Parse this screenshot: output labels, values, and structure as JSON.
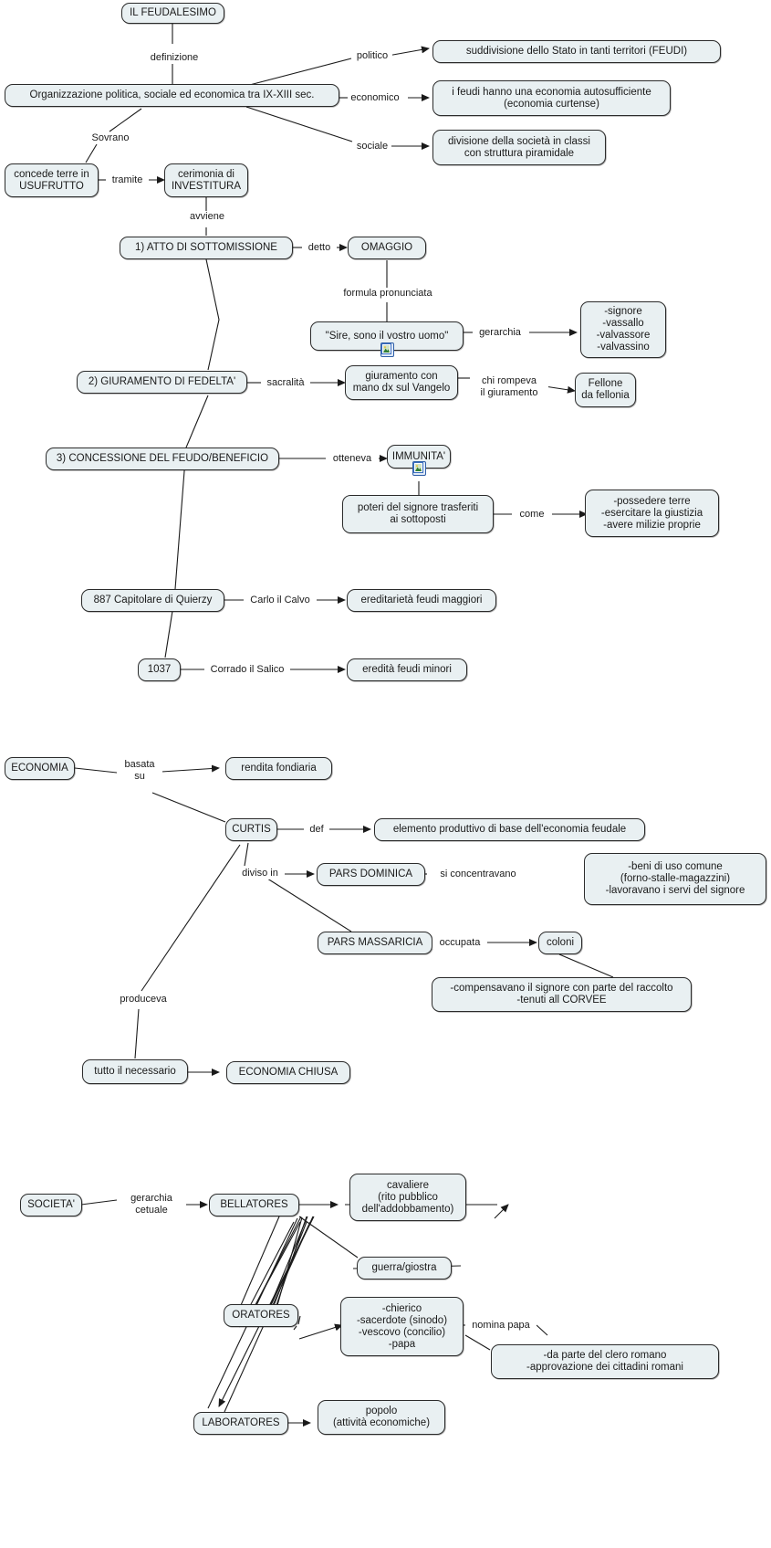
{
  "meta": {
    "title": "IL FEUDALESIMO",
    "accent_node_fill": "#e9f0f2",
    "accent_node_border": "#2b2b2b",
    "resource_icon_border": "#2f5fa8"
  },
  "sections": {
    "feudalesimo": {
      "nodes": {
        "title": "IL FEUDALESIMO",
        "definizione_box": "Organizzazione politica, sociale ed economica tra IX-XIII sec.",
        "politico_box": "suddivisione dello Stato in tanti territori (FEUDI)",
        "economico_box": "i feudi hanno una economia autosufficiente\n(economia curtense)",
        "sociale_box": "divisione della società in classi\ncon struttura piramidale",
        "usufrutto": "concede terre in\nUSUFRUTTO",
        "investitura": "cerimonia di\nINVESTITURA",
        "atto": "1) ATTO DI SOTTOMISSIONE",
        "omaggio": "OMAGGIO",
        "sire": "\"Sire, sono il vostro uomo\"",
        "gerarchia_list": "-signore\n-vassallo\n-valvassore\n-valvassino",
        "giuramento": "2) GIURAMENTO DI FEDELTA'",
        "vangelo": "giuramento con\nmano dx sul Vangelo",
        "fellone": "Fellone\nda fellonia",
        "concessione": "3) CONCESSIONE DEL FEUDO/BENEFICIO",
        "immunita": "IMMUNITA'",
        "poteri": "poteri del signore trasferiti\nai sottoposti",
        "come_list": "-possedere terre\n-esercitare la giustizia\n-avere milizie proprie",
        "quierzy": "887 Capitolare di Quierzy",
        "ereditarieta_maggiori": "ereditarietà feudi maggiori",
        "anno1037": "1037",
        "eredita_minori": "eredità feudi minori"
      },
      "links": {
        "definizione": "definizione",
        "politico": "politico",
        "economico": "economico",
        "sociale": "sociale",
        "sovrano": "Sovrano",
        "tramite": "tramite",
        "avviene": "avviene",
        "detto": "detto",
        "formula": "formula pronunciata",
        "gerarchia": "gerarchia",
        "sacralita": "sacralità",
        "chi_rompeva": "chi rompeva\nil giuramento",
        "otteneva": "otteneva",
        "come": "come",
        "carlo": "Carlo il Calvo",
        "corrado": "Corrado il Salico"
      }
    },
    "economia": {
      "nodes": {
        "economia": "ECONOMIA",
        "rendita": "rendita fondiaria",
        "curtis": "CURTIS",
        "def_box": "elemento produttivo di base dell'economia feudale",
        "pars_dominica": "PARS DOMINICA",
        "beni_list": "-beni di uso comune\n(forno-stalle-magazzini)\n-lavoravano i servi del signore",
        "pars_massaricia": "PARS MASSARICIA",
        "coloni": "coloni",
        "compensavano": "-compensavano il signore con parte del raccolto\n-tenuti all CORVEE",
        "tutto": "tutto il necessario",
        "economia_chiusa": "ECONOMIA CHIUSA"
      },
      "links": {
        "basata_su": "basata\nsu",
        "def": "def",
        "diviso_in": "diviso in",
        "si_concentravano": "si concentravano",
        "occupata": "occupata",
        "produceva": "produceva"
      }
    },
    "societa": {
      "nodes": {
        "societa": "SOCIETA'",
        "bellatores": "BELLATORES",
        "cavaliere": "cavaliere\n(rito pubblico\ndell'addobbamento)",
        "guerra": "guerra/giostra",
        "oratores": "ORATORES",
        "chierico_list": "-chierico\n-sacerdote (sinodo)\n-vescovo (concilio)\n-papa",
        "clero_box": "-da parte del clero romano\n-approvazione dei cittadini romani",
        "laboratores": "LABORATORES",
        "popolo": "popolo\n(attività economiche)"
      },
      "links": {
        "gerarchia_cetuale": "gerarchia\ncetuale",
        "nomina_papa": "nomina papa"
      }
    }
  },
  "icons": {
    "resource_sire": "image-resource-icon",
    "resource_immunita": "image-resource-icon"
  }
}
